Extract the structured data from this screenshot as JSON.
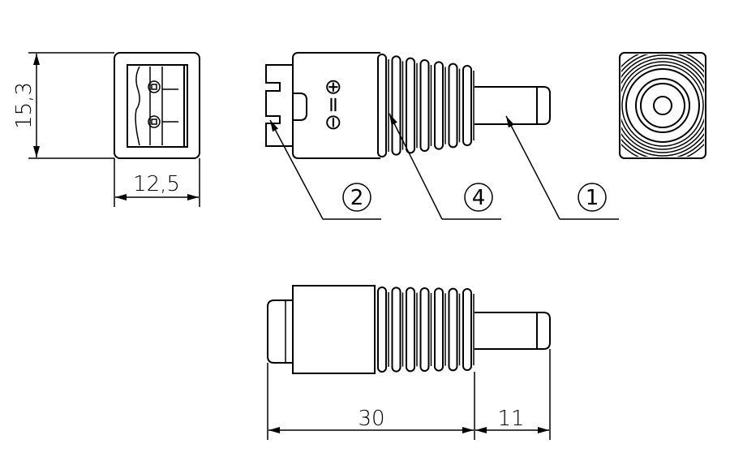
{
  "title": "DC power connector dimension drawing",
  "dimensions": {
    "height": "15,3",
    "width": "12,5",
    "body_length": "30",
    "pin_length": "11"
  },
  "callouts": [
    "2",
    "4",
    "1"
  ],
  "polarity": {
    "positive": "⊕",
    "separator": "=",
    "negative": "⊖"
  },
  "colors": {
    "line": "#000000",
    "background": "#ffffff"
  }
}
